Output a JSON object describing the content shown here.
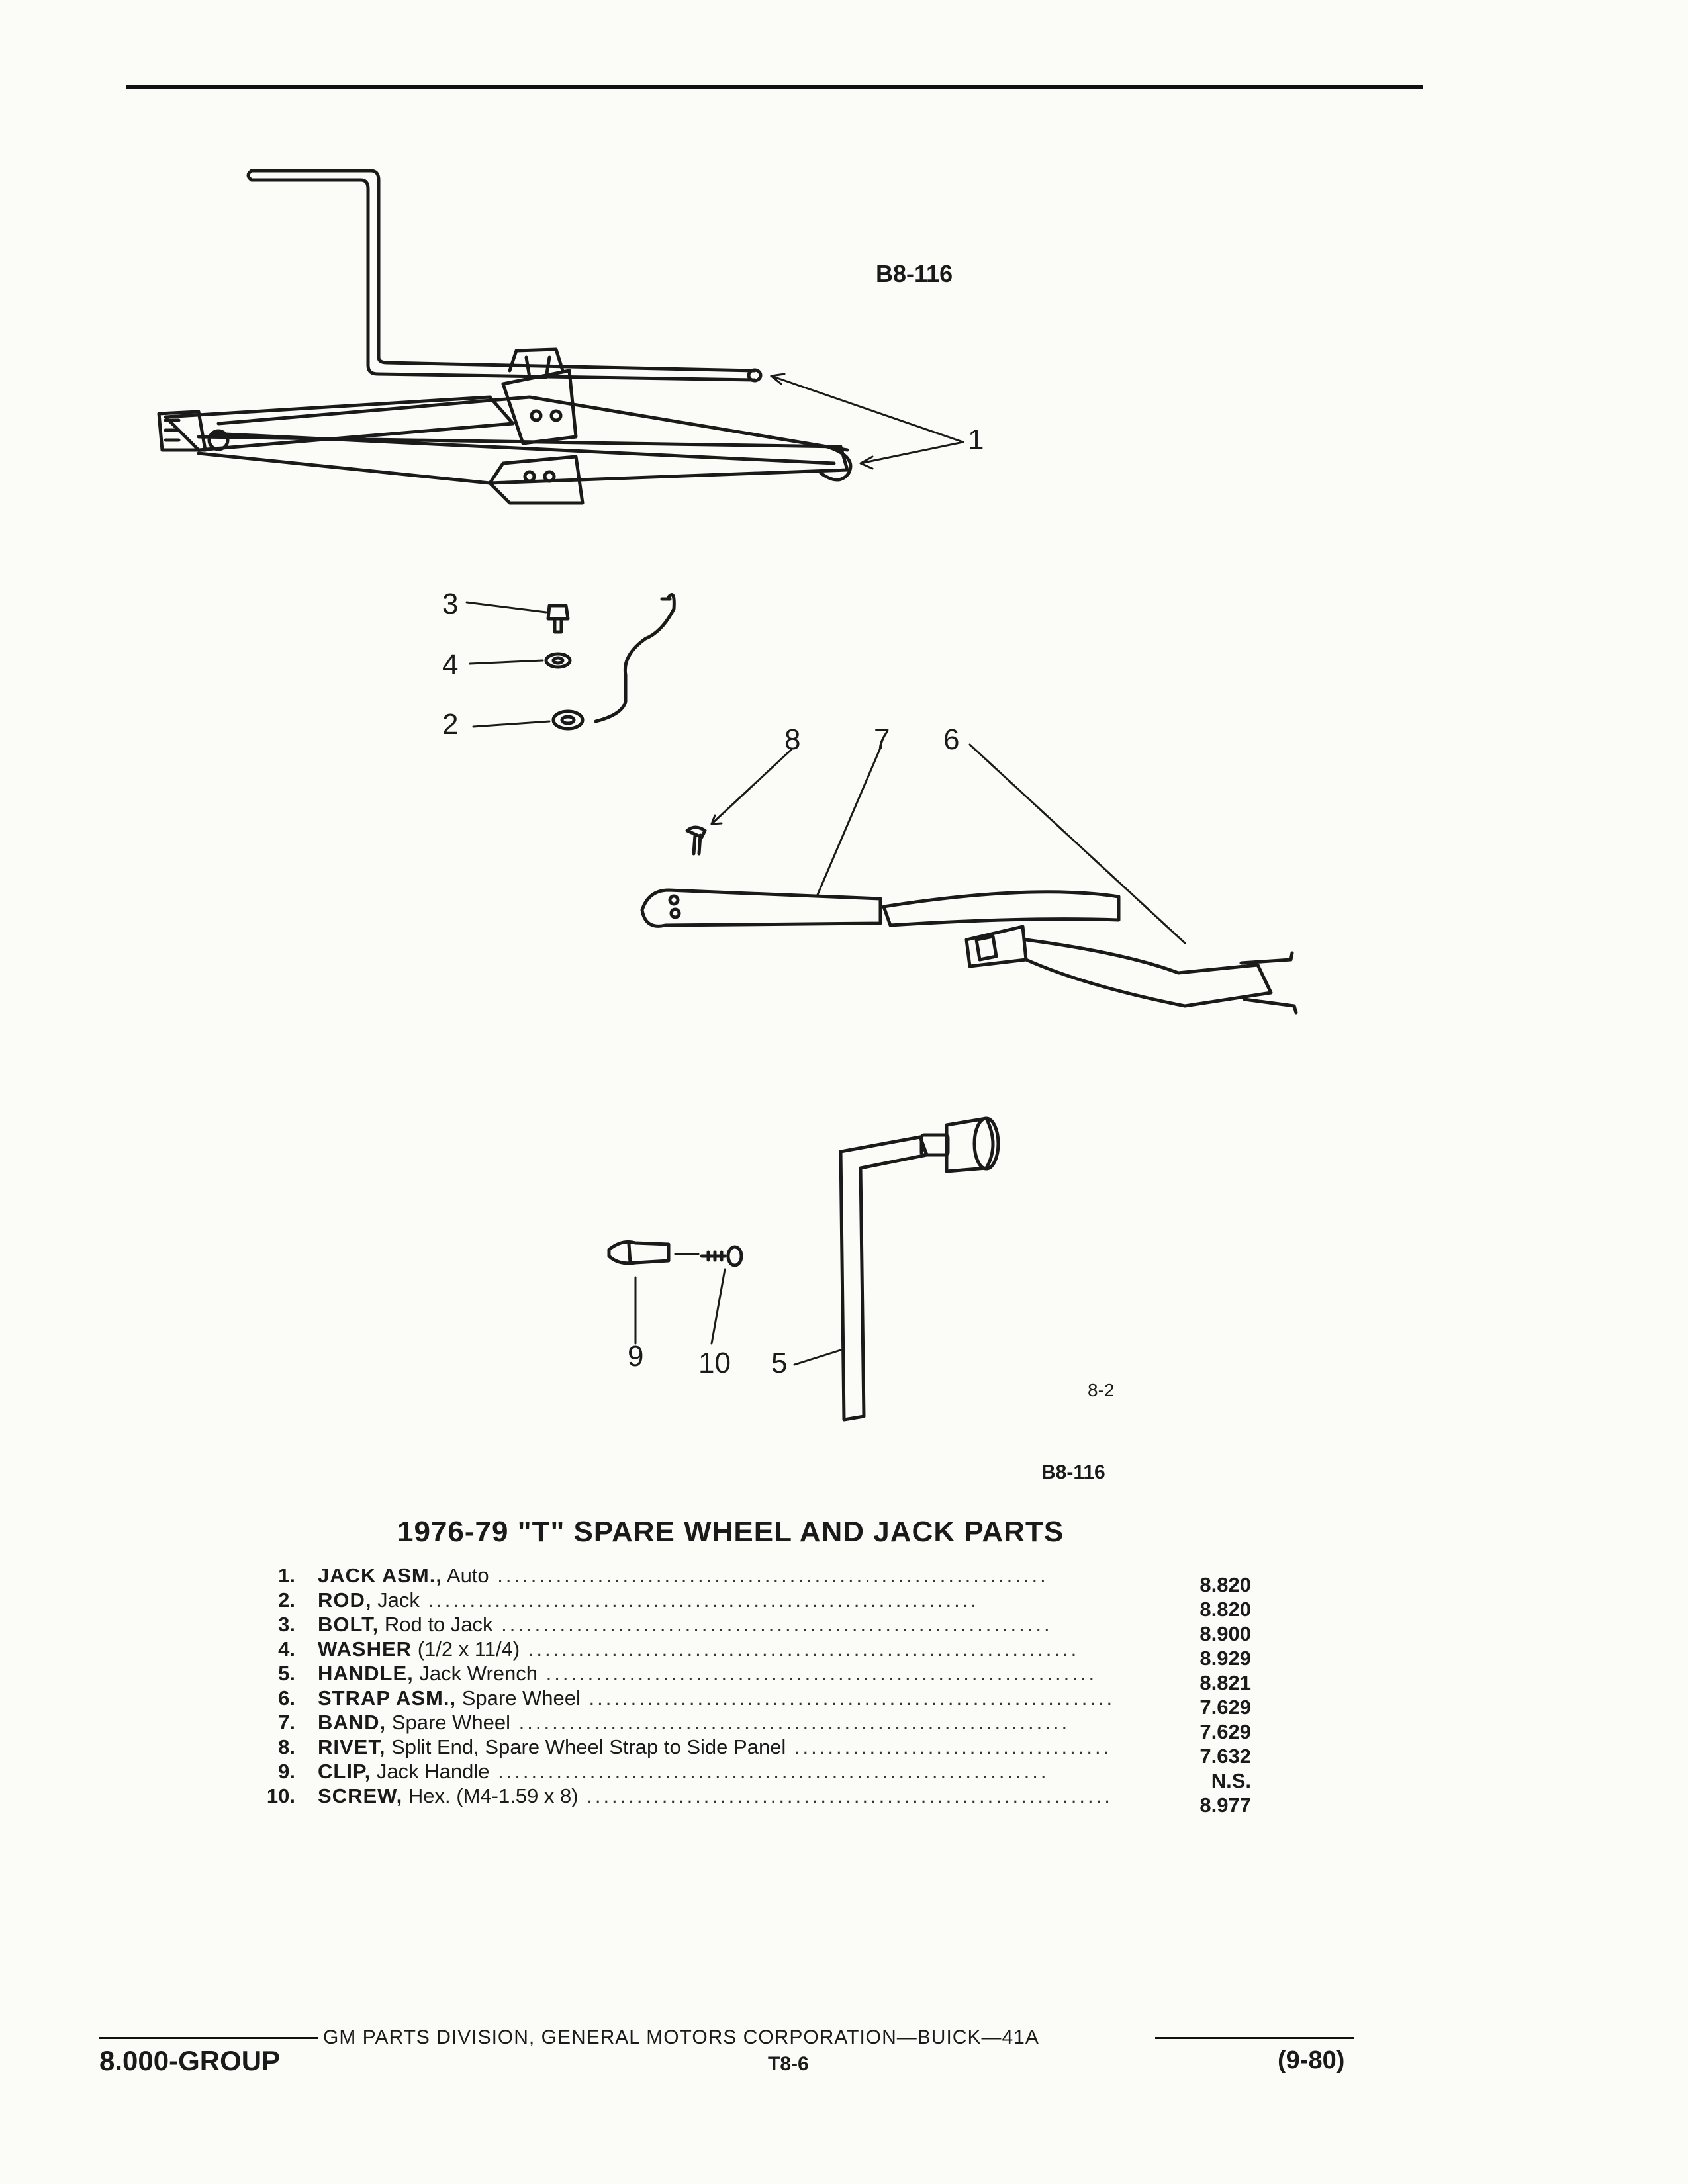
{
  "figure": {
    "top_id": "B8-116",
    "bottom_id": "B8-116",
    "view_ref": "8-2",
    "callouts": [
      "1",
      "2",
      "3",
      "4",
      "5",
      "6",
      "7",
      "8",
      "9",
      "10"
    ]
  },
  "section": {
    "title": "1976-79 \"T\" SPARE WHEEL AND JACK PARTS"
  },
  "parts": [
    {
      "num": "1.",
      "name": "JACK ASM.,",
      "detail": " Auto",
      "code": "8.820"
    },
    {
      "num": "2.",
      "name": "ROD,",
      "detail": " Jack",
      "code": "8.820"
    },
    {
      "num": "3.",
      "name": "BOLT,",
      "detail": " Rod to Jack",
      "code": "8.900"
    },
    {
      "num": "4.",
      "name": "WASHER",
      "detail": " (1/2 x 11/4)",
      "code": "8.929"
    },
    {
      "num": "5.",
      "name": "HANDLE,",
      "detail": " Jack Wrench",
      "code": "8.821"
    },
    {
      "num": "6.",
      "name": "STRAP ASM.,",
      "detail": " Spare Wheel",
      "code": "7.629"
    },
    {
      "num": "7.",
      "name": "BAND,",
      "detail": " Spare Wheel",
      "code": "7.629"
    },
    {
      "num": "8.",
      "name": "RIVET,",
      "detail": " Split End, Spare Wheel Strap to Side Panel",
      "code": "7.632"
    },
    {
      "num": "9.",
      "name": "CLIP,",
      "detail": " Jack Handle",
      "code": "N.S."
    },
    {
      "num": "10.",
      "name": "SCREW,",
      "detail": " Hex. (M4-1.59 x 8)",
      "code": "8.977"
    }
  ],
  "footer": {
    "group": "8.000-GROUP",
    "publisher": "GM PARTS DIVISION, GENERAL MOTORS CORPORATION—BUICK—41A",
    "page": "T8-6",
    "revision": "(9-80)"
  }
}
